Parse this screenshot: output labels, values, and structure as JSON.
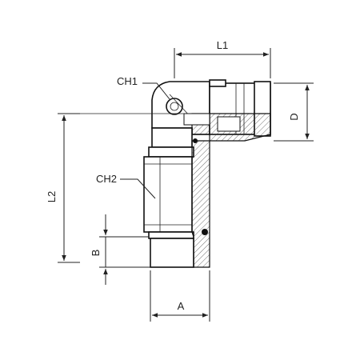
{
  "labels": {
    "l1": "L1",
    "l2": "L2",
    "ch1": "CH1",
    "ch2": "CH2",
    "d": "D",
    "b": "B",
    "a": "A"
  },
  "colors": {
    "line": "#222222",
    "fill": "#ffffff",
    "hatch": "#333333"
  }
}
